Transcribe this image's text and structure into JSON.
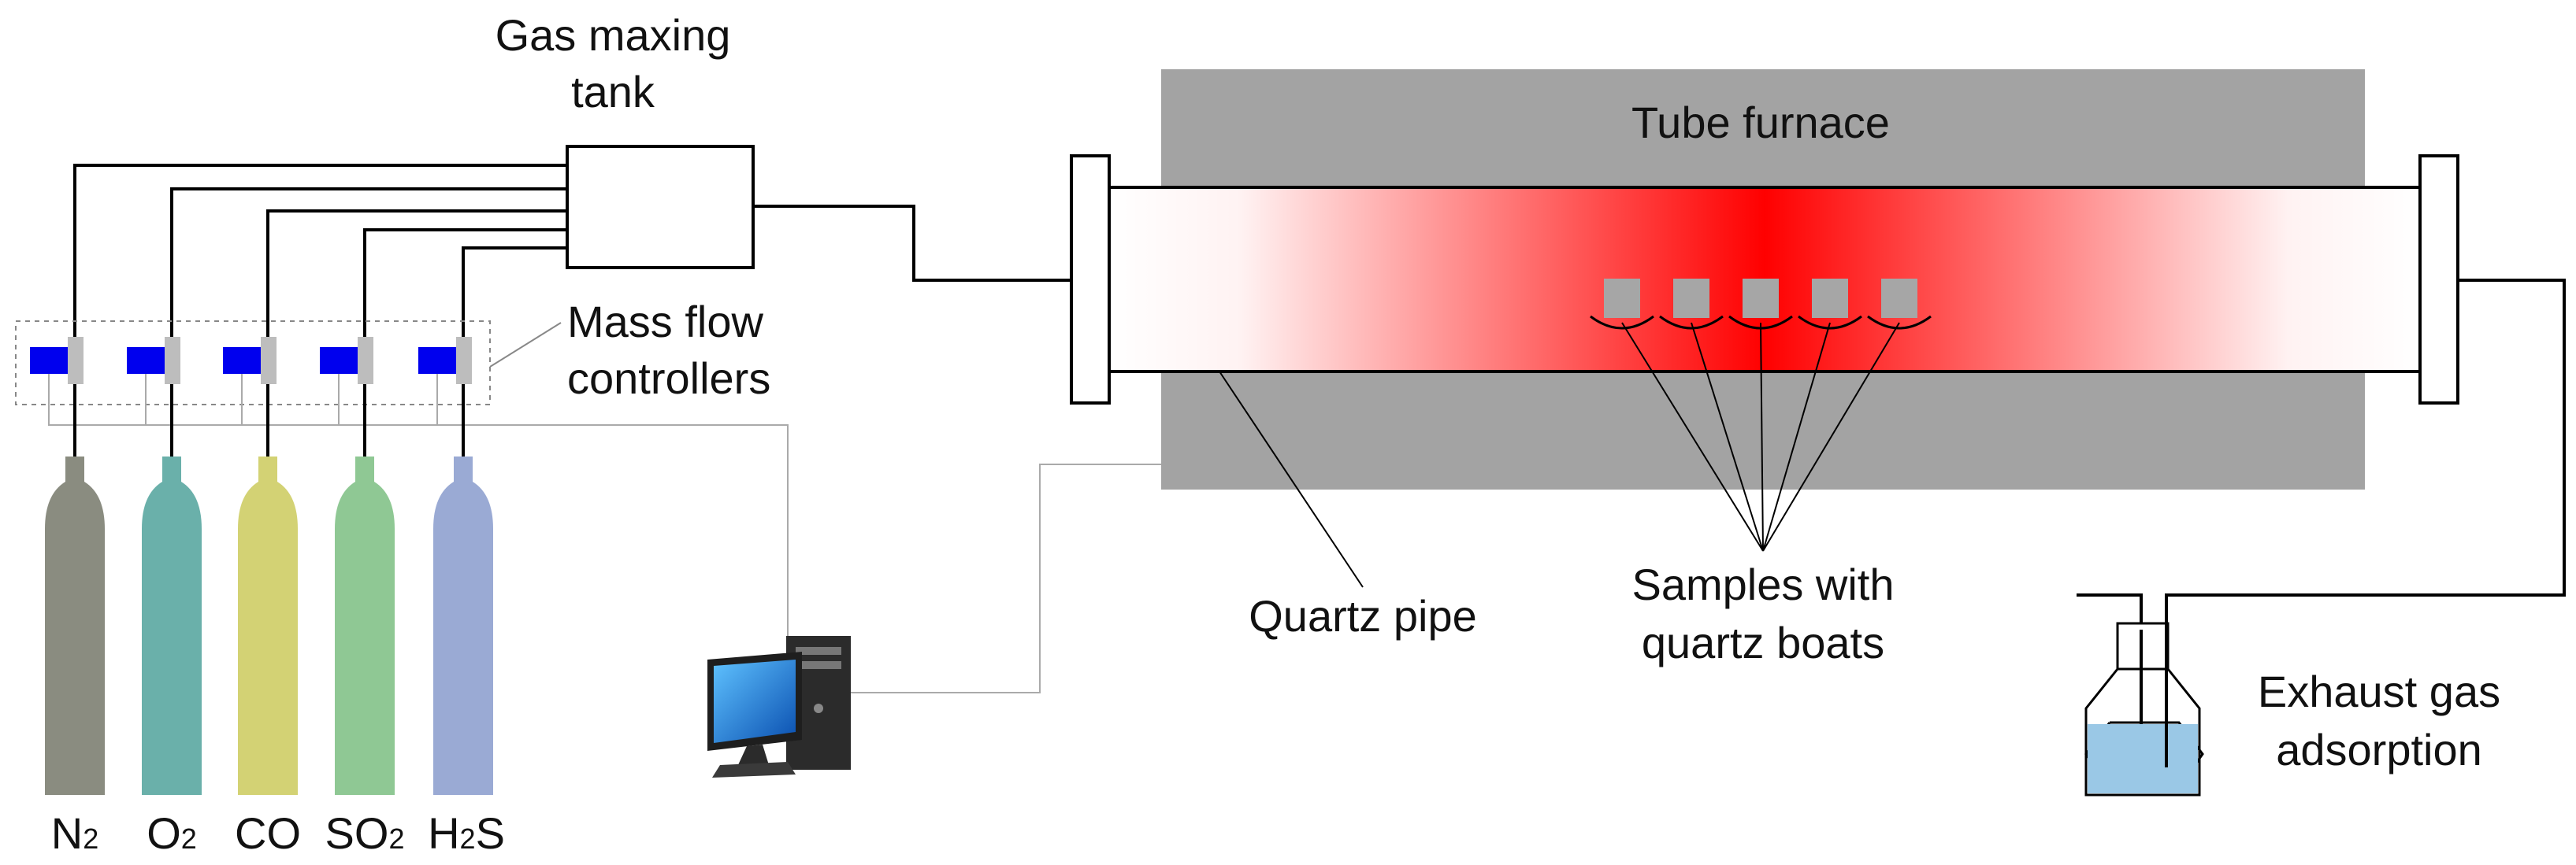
{
  "labels": {
    "gas_mixing_tank_line1": "Gas maxing",
    "gas_mixing_tank_line2": "tank",
    "tube_furnace": "Tube furnace",
    "mass_flow_line1": "Mass flow",
    "mass_flow_line2": "controllers",
    "quartz_pipe": "Quartz pipe",
    "samples_line1": "Samples with",
    "samples_line2": "quartz boats",
    "exhaust_line1": "Exhaust gas",
    "exhaust_line2": "adsorption"
  },
  "cylinders": [
    {
      "base": "N",
      "sub": "2",
      "color": "#8a8c80"
    },
    {
      "base": "O",
      "sub": "2",
      "color": "#6ab0aa"
    },
    {
      "base": "CO",
      "sub": "",
      "color": "#d3d274"
    },
    {
      "base": "SO",
      "sub": "2",
      "color": "#8fc894"
    },
    {
      "base": "H",
      "sub": "2",
      "tail": "S",
      "color": "#9aaad4"
    }
  ],
  "colors": {
    "furnace": "#a3a3a3",
    "heat": "#ff0000",
    "mfc_body": "#0000ee",
    "mfc_valve": "#bdbdbd",
    "sample": "#a6a6a6",
    "liquid": "#9ac8e6"
  },
  "icons": [
    "computer-monitor-icon",
    "computer-tower-icon",
    "gas-washing-bottle-icon"
  ]
}
